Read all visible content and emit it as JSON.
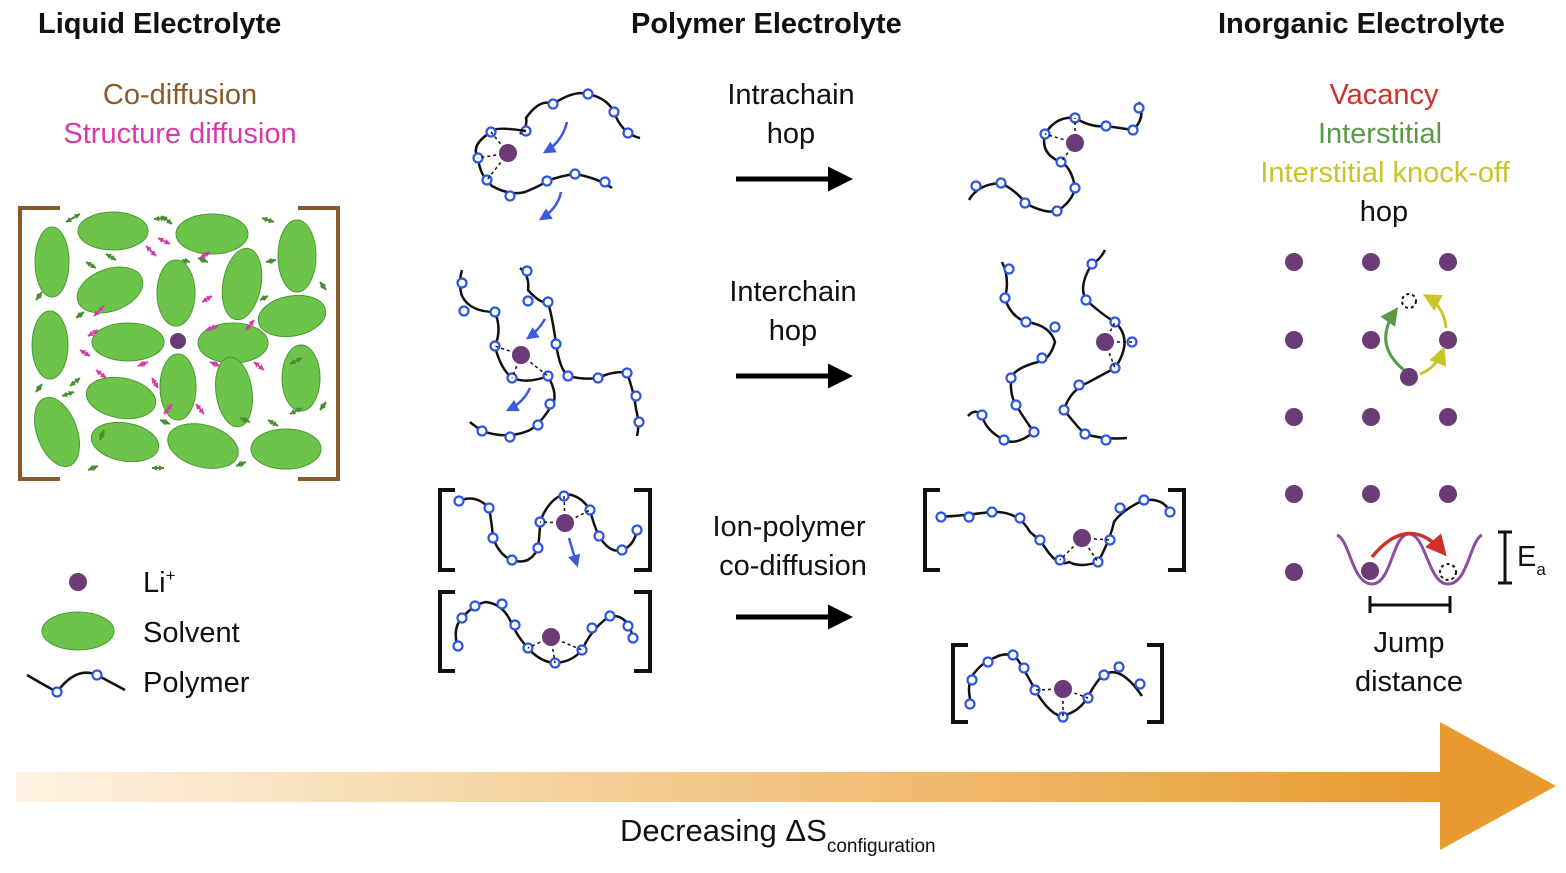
{
  "headings": {
    "liquid": "Liquid Electrolyte",
    "polymer": "Polymer Electrolyte",
    "inorganic": "Inorganic Electrolyte"
  },
  "liquid": {
    "mech1": "Co-diffusion",
    "mech1_color": "#8b5a2b",
    "mech2": "Structure diffusion",
    "mech2_color": "#d63aa8"
  },
  "polymer": {
    "row1_line1": "Intrachain",
    "row1_line2": "hop",
    "row2_line1": "Interchain",
    "row2_line2": "hop",
    "row3_line1": "Ion-polymer",
    "row3_line2": "co-diffusion"
  },
  "inorganic": {
    "vacancy": "Vacancy",
    "vacancy_color": "#d0302a",
    "interstitial": "Interstitial",
    "interstitial_color": "#5a9a46",
    "knockoff": "Interstitial knock-off",
    "knockoff_color": "#c9c42a",
    "hop": "hop",
    "ea_main": "E",
    "ea_sub": "a",
    "jump1": "Jump",
    "jump2": "distance"
  },
  "legend": {
    "li_main": "Li",
    "li_sup": "+",
    "solvent": "Solvent",
    "polymer": "Polymer"
  },
  "bottom": {
    "main": "Decreasing ΔS",
    "sub": "configuration"
  },
  "colors": {
    "li_ion": "#6b3b78",
    "solvent": "#6cc54a",
    "polymer_bead": "#2d55e0",
    "hop_arrow": "#3a5bdc",
    "gradient_start": "#fdf3e2",
    "gradient_end": "#e89a2e"
  }
}
